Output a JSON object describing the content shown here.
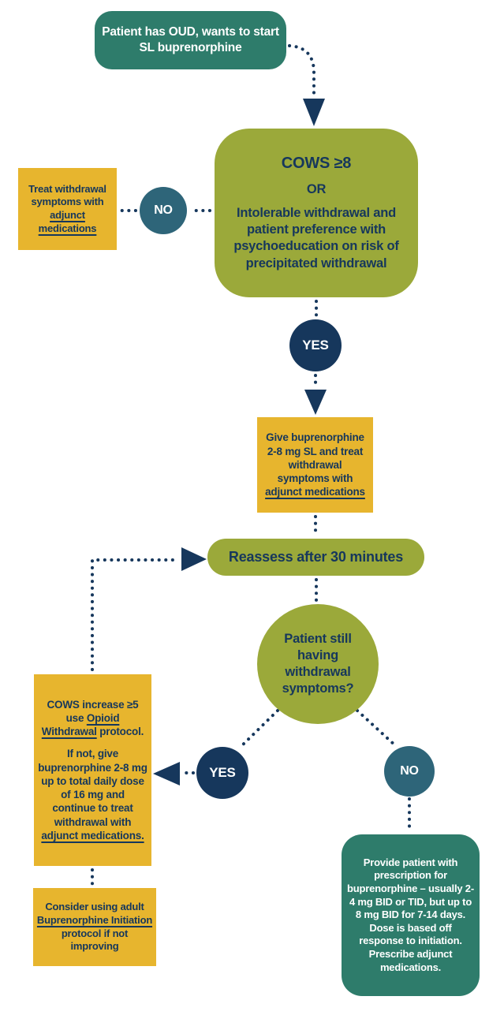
{
  "colors": {
    "teal": "#2E7C6B",
    "olive": "#9BA93A",
    "yellow": "#E7B52E",
    "navy": "#16375C",
    "steel": "#2E6579"
  },
  "flowchart": {
    "start": {
      "text": "Patient has OUD, wants to start SL buprenorphine"
    },
    "criteria": {
      "paragraphs": [
        [
          {
            "t": "COWS ≥8"
          }
        ],
        [
          {
            "t": "OR"
          }
        ],
        [
          {
            "t": "Intolerable withdrawal and patient preference with psychoeducation on risk of precipitated withdrawal"
          }
        ]
      ]
    },
    "no1": {
      "label": "NO"
    },
    "treat_adjunct": {
      "paragraphs": [
        [
          {
            "t": "Treat withdrawal symptoms with "
          },
          {
            "t": "adjunct medications",
            "u": true
          }
        ]
      ]
    },
    "yes1": {
      "label": "YES"
    },
    "give_bup": {
      "paragraphs": [
        [
          {
            "t": "Give buprenorphine 2-8 mg SL and treat withdrawal symptoms with "
          },
          {
            "t": "adjunct medications",
            "u": true
          }
        ]
      ]
    },
    "reassess": {
      "text": "Reassess after 30 minutes"
    },
    "still_withdrawal": {
      "text": "Patient still having withdrawal symptoms?"
    },
    "yes2": {
      "label": "YES"
    },
    "cows_increase": {
      "paragraphs": [
        [
          {
            "t": "COWS increase ≥5 use "
          },
          {
            "t": "Opioid Withdrawal",
            "u": true
          },
          {
            "t": " protocol."
          }
        ],
        [
          {
            "t": "If not, give buprenorphine 2-8 mg up to total daily dose of 16 mg and continue to treat withdrawal with "
          },
          {
            "t": "adjunct medications.",
            "u": true
          }
        ]
      ]
    },
    "consider_adult": {
      "paragraphs": [
        [
          {
            "t": "Consider using adult "
          },
          {
            "t": "Buprenorphine Initiation",
            "u": true
          },
          {
            "t": " protocol if not improving"
          }
        ]
      ]
    },
    "no2": {
      "label": "NO"
    },
    "provide_rx": {
      "text": "Provide patient with prescription for buprenorphine – usually 2-4 mg BID or TID, but up to 8 mg BID for 7-14 days. Dose is based off response to initiation. Prescribe adjunct medications."
    }
  }
}
